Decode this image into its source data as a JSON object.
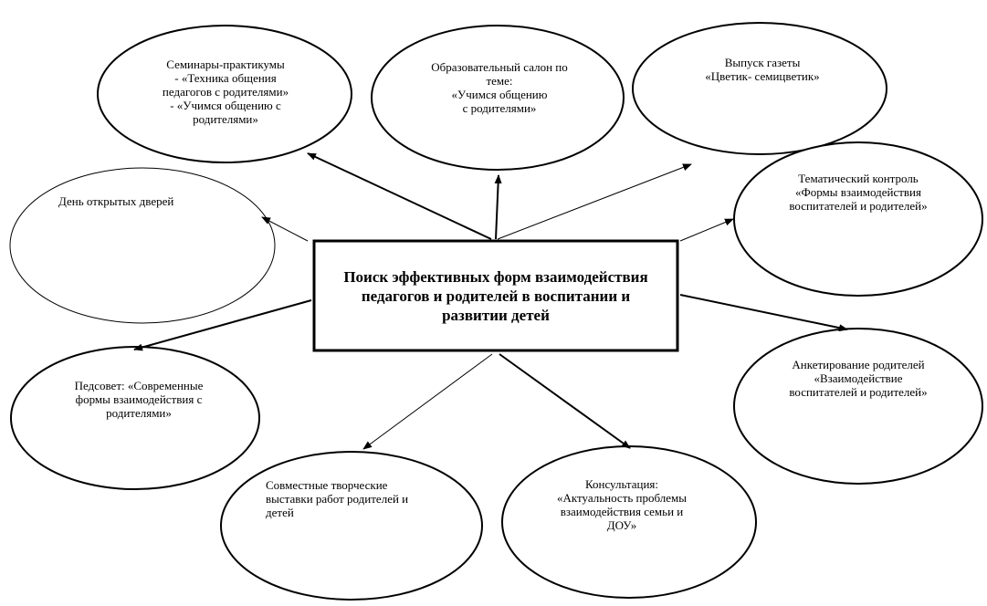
{
  "center": {
    "title": "Поиск эффективных форм взаимодействия\nпедагогов и родителей в воспитании и\nразвитии детей"
  },
  "nodes": {
    "seminars": "Семинары-практикумы\n- «Техника общения\nпедагогов с родителями»\n- «Учимся общению с\nродителями»",
    "salon": "Образовательный  салон по\nтеме:\n«Учимся общению\nс родителями»",
    "newspaper": "Выпуск газеты\n«Цветик- семицветик»",
    "open_day": "День открытых дверей",
    "thematic_control": "Тематический контроль\n«Формы взаимодействия\nвоспитателей и родителей»",
    "pedsovet": "Педсовет: «Современные\nформы взаимодействия с\nродителями»",
    "survey": "Анкетирование родителей\n«Взаимодействие\nвоспитателей и родителей»",
    "exhibitions": "Совместные творческие\nвыставки работ родителей и\nдетей",
    "consultation": "Консультация:\n«Актуальность проблемы\nвзаимодействия семьи и\nДОУ»"
  }
}
